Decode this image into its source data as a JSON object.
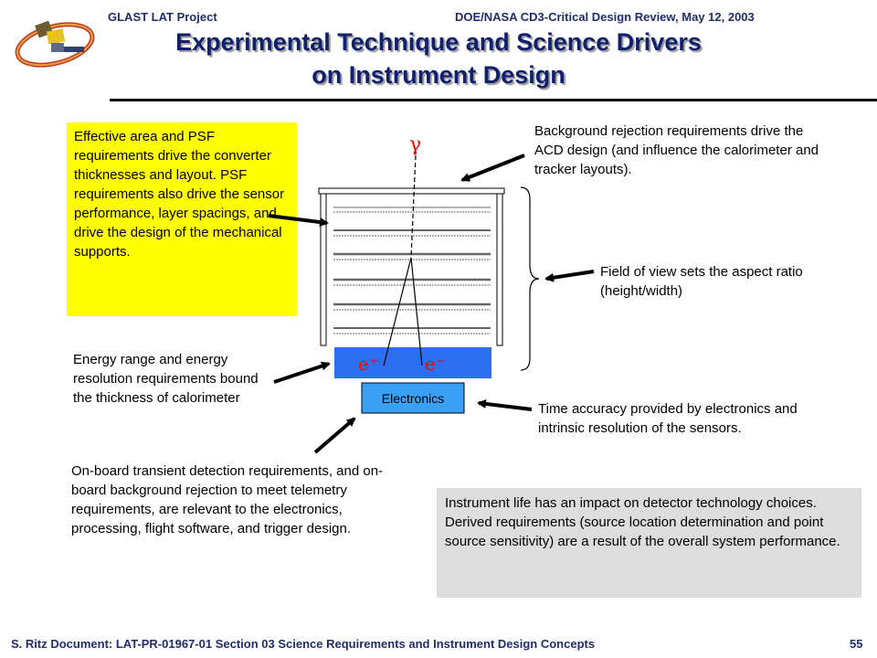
{
  "header": {
    "project": "GLAST LAT Project",
    "review": "DOE/NASA CD3-Critical Design Review, May 12, 2003"
  },
  "title": {
    "line1": "Experimental Technique and Science Drivers",
    "line2": "on Instrument Design"
  },
  "notes": {
    "effective_area": "Effective area and PSF requirements drive the converter thicknesses and layout.  PSF requirements also drive the sensor performance, layer spacings, and drive the design of the mechanical supports.",
    "background": "Background rejection requirements drive the ACD design (and influence the calorimeter and tracker layouts).",
    "field_of_view": "Field of view sets the aspect ratio (height/width)",
    "energy": "Energy range and energy resolution requirements bound the thickness of calorimeter",
    "time": "Time accuracy provided by electronics and intrinsic resolution of the sensors.",
    "onboard": "On-board transient detection requirements, and on-board background rejection to meet telemetry requirements, are relevant to the electronics, processing, flight software, and trigger design.",
    "life": "Instrument life has an impact on detector technology choices.",
    "derived": "Derived requirements (source location determination and point source sensitivity) are a result of the overall system performance."
  },
  "diagram": {
    "gamma": "γ",
    "e_plus": "e⁺",
    "e_minus": "e⁻",
    "electronics": "Electronics"
  },
  "colors": {
    "title": "#10206e",
    "highlight": "#ffff00",
    "calorimeter": "#2b6ff0",
    "electronics": "#3aa0f5",
    "particle": "#ff0000"
  },
  "footer": {
    "left": "S. Ritz  Document: LAT-PR-01967-01   Section 03 Science Requirements and Instrument Design Concepts",
    "page": "55"
  }
}
